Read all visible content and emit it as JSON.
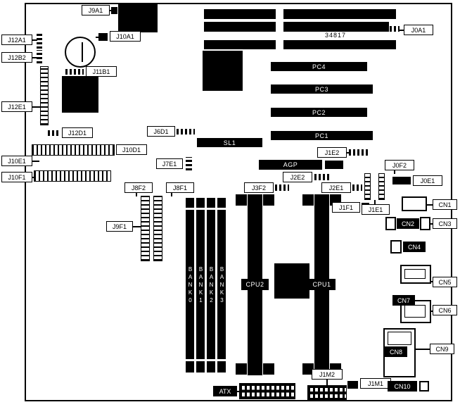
{
  "board": {
    "part_number": "34817"
  },
  "callouts": {
    "j9a1": "J9A1",
    "j10a1": "J10A1",
    "j0a1": "J0A1",
    "j12a1": "J12A1",
    "j12b2": "J12B2",
    "j11b1": "J11B1",
    "j12e1": "J12E1",
    "j12d1": "J12D1",
    "j6d1": "J6D1",
    "j10d1": "J10D1",
    "j10e1": "J10E1",
    "j10f1": "J10F1",
    "j7e1": "J7E1",
    "j1e2": "J1E2",
    "j2e2": "J2E2",
    "j0f2": "J0F2",
    "j0e1": "J0E1",
    "j8f2": "J8F2",
    "j8f1": "J8F1",
    "j9f1": "J9F1",
    "j3f2": "J3F2",
    "j2e1": "J2E1",
    "j1f1": "J1F1",
    "j1e1": "J1E1",
    "j1m1": "J1M1",
    "j1m2": "J1M2",
    "atx": "ATX",
    "cn1": "CN1",
    "cn2": "CN2",
    "cn3": "CN3",
    "cn4": "CN4",
    "cn5": "CN5",
    "cn6": "CN6",
    "cn7": "CN7",
    "cn8": "CN8",
    "cn9": "CN9",
    "cn10": "CN10"
  },
  "slots": {
    "pc1": "PC1",
    "pc2": "PC2",
    "pc3": "PC3",
    "pc4": "PC4",
    "sl1": "SL1",
    "agp": "AGP",
    "cpu1": "CPU1",
    "cpu2": "CPU2",
    "bank0": "BANK0",
    "bank1": "BANK1",
    "bank2": "BANK2",
    "bank3": "BANK3"
  }
}
